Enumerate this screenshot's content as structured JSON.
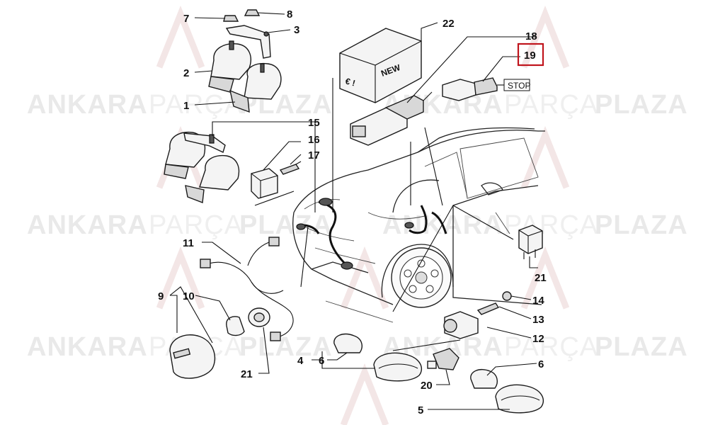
{
  "watermark": {
    "word1": "ANKARA",
    "word2": "PARÇA",
    "word3": "PLAZA"
  },
  "product_labels": {
    "new": "NEW",
    "euro": "€ !",
    "stop": "STOP"
  },
  "callouts": {
    "c1": "1",
    "c2": "2",
    "c3": "3",
    "c4": "4",
    "c5": "5",
    "c6a": "6",
    "c6b": "6",
    "c7": "7",
    "c8": "8",
    "c9": "9",
    "c10": "10",
    "c11": "11",
    "c12": "12",
    "c13": "13",
    "c14": "14",
    "c15": "15",
    "c16": "16",
    "c17": "17",
    "c18": "18",
    "c19": "19",
    "c20": "20",
    "c21a": "21",
    "c21b": "21",
    "c22": "22"
  },
  "highlight": {
    "color": "#c0141c",
    "callout": "19"
  }
}
